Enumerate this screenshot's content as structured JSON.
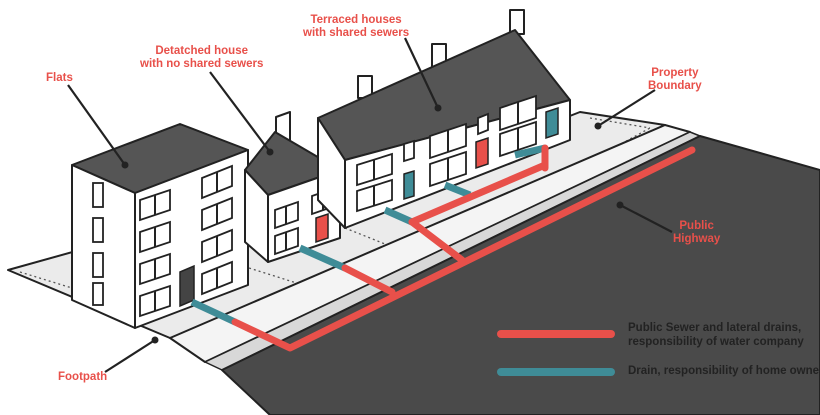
{
  "labels": {
    "flats": "Flats",
    "detached": "Detatched house\nwith no shared sewers",
    "terraced": "Terraced houses\nwith shared sewers",
    "property_boundary": "Property\nBoundary",
    "public_highway": "Public\nHighway",
    "footpath": "Footpath"
  },
  "legend": [
    {
      "text": "Public Sewer and lateral drains,\nresponsibility of water company",
      "color": "#e8504a"
    },
    {
      "text": "Drain, responsibility of home owner",
      "color": "#3f8c97"
    }
  ],
  "colors": {
    "public_sewer": "#e8504a",
    "private_drain": "#3f8c97",
    "roof": "#555555",
    "road": "#4a4a4a",
    "label": "#e8504a"
  }
}
